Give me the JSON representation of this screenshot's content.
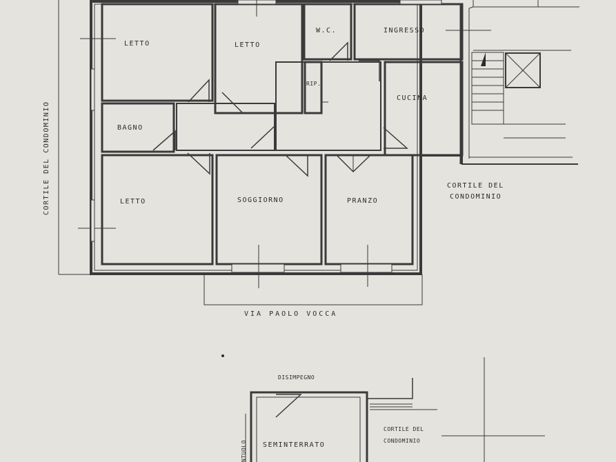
{
  "rooms": {
    "letto_top_left": "LETTO",
    "letto_top_center": "LETTO",
    "wc": "W.C.",
    "ingresso": "INGRESSO",
    "rip": "RIP.",
    "cucina": "CUCINA",
    "bagno": "BAGNO",
    "letto_bottom_left": "LETTO",
    "soggiorno": "SOGGIORNO",
    "pranzo": "PRANZO"
  },
  "labels": {
    "cortile_left": "CORTILE DEL CONDOMINIO",
    "cortile_right_line1": "CORTILE DEL",
    "cortile_right_line2": "CONDOMINIO",
    "street": "VIA PAOLO VOCCA",
    "disimpegno": "DISIMPEGNO",
    "seminterrato": "SEMINTERRATO",
    "cortile_bottom_line1": "CORTILE DEL",
    "cortile_bottom_line2": "CONDOMINIO",
    "sgabuzzino_partial": "NTUOLO"
  }
}
